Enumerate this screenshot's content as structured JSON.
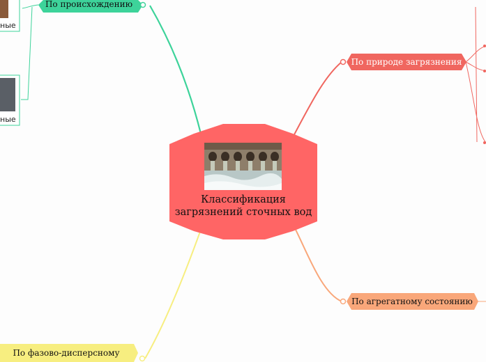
{
  "center": {
    "title_line1": "Классификация",
    "title_line2": "загрязнений сточных вод",
    "color": "#ff6565"
  },
  "branches": {
    "origin": {
      "label": "По происхождению",
      "color": "#3dd39a"
    },
    "nature": {
      "label": "По природе загрязнения",
      "color": "#f0665f"
    },
    "aggregate": {
      "label": "По агрегатному состоянию",
      "color": "#f9a77a"
    },
    "phase": {
      "label": "По фазово-дисперсному",
      "color": "#f7ee80"
    }
  },
  "leaves": {
    "origin_1": "ные",
    "origin_2": "ные"
  },
  "colors": {
    "background": "#fdfdfd",
    "line_origin": "#3dd39a",
    "line_nature": "#f0665f",
    "line_aggregate": "#f9a77a",
    "line_phase": "#f7ee80"
  }
}
